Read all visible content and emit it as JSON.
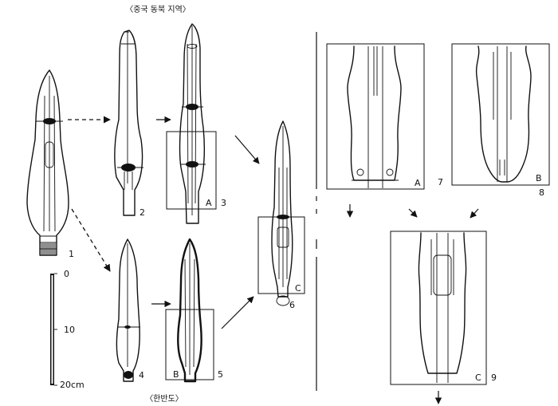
{
  "captions": {
    "top": "〈중국 동북 지역〉",
    "bottom": "〈한반도〉"
  },
  "figure_numbers": [
    "1",
    "2",
    "3",
    "4",
    "5",
    "6",
    "7",
    "8",
    "9"
  ],
  "box_letters": {
    "a": "A",
    "b": "B",
    "c": "C"
  },
  "scale_bar": {
    "ticks": [
      {
        "label": "0",
        "value": 0
      },
      {
        "label": "10",
        "value": 10
      },
      {
        "label": "20cm",
        "value": 20
      }
    ]
  }
}
